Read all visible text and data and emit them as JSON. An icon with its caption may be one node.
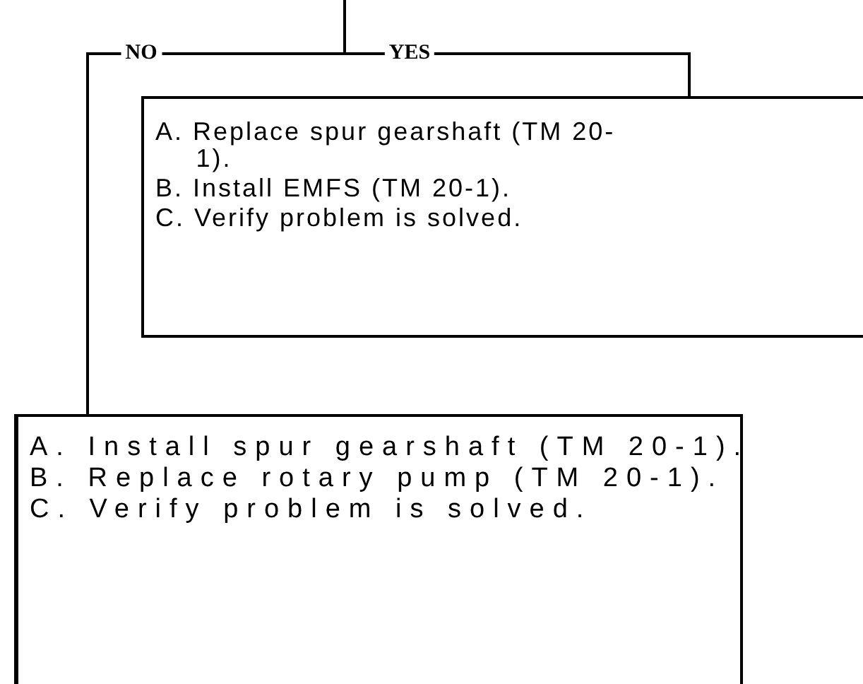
{
  "diagram": {
    "nodes": [
      {
        "text": [
          "A. Replace spur gearshaft (TM 20-1).",
          "B. Install EMFS (TM 20-1).",
          "C. Verify problem is solved."
        ]
      },
      {
        "text": [
          "A. Install spur gearshaft (TM 20-1).",
          "B. Replace rotary pump (TM 20-1).",
          "C. Verify problem is solved."
        ]
      }
    ],
    "edges": [
      {
        "from": null,
        "to": 0,
        "arrow": "none",
        "label": "YES"
      },
      {
        "from": null,
        "to": 1,
        "arrow": "none",
        "label": "NO"
      }
    ]
  }
}
